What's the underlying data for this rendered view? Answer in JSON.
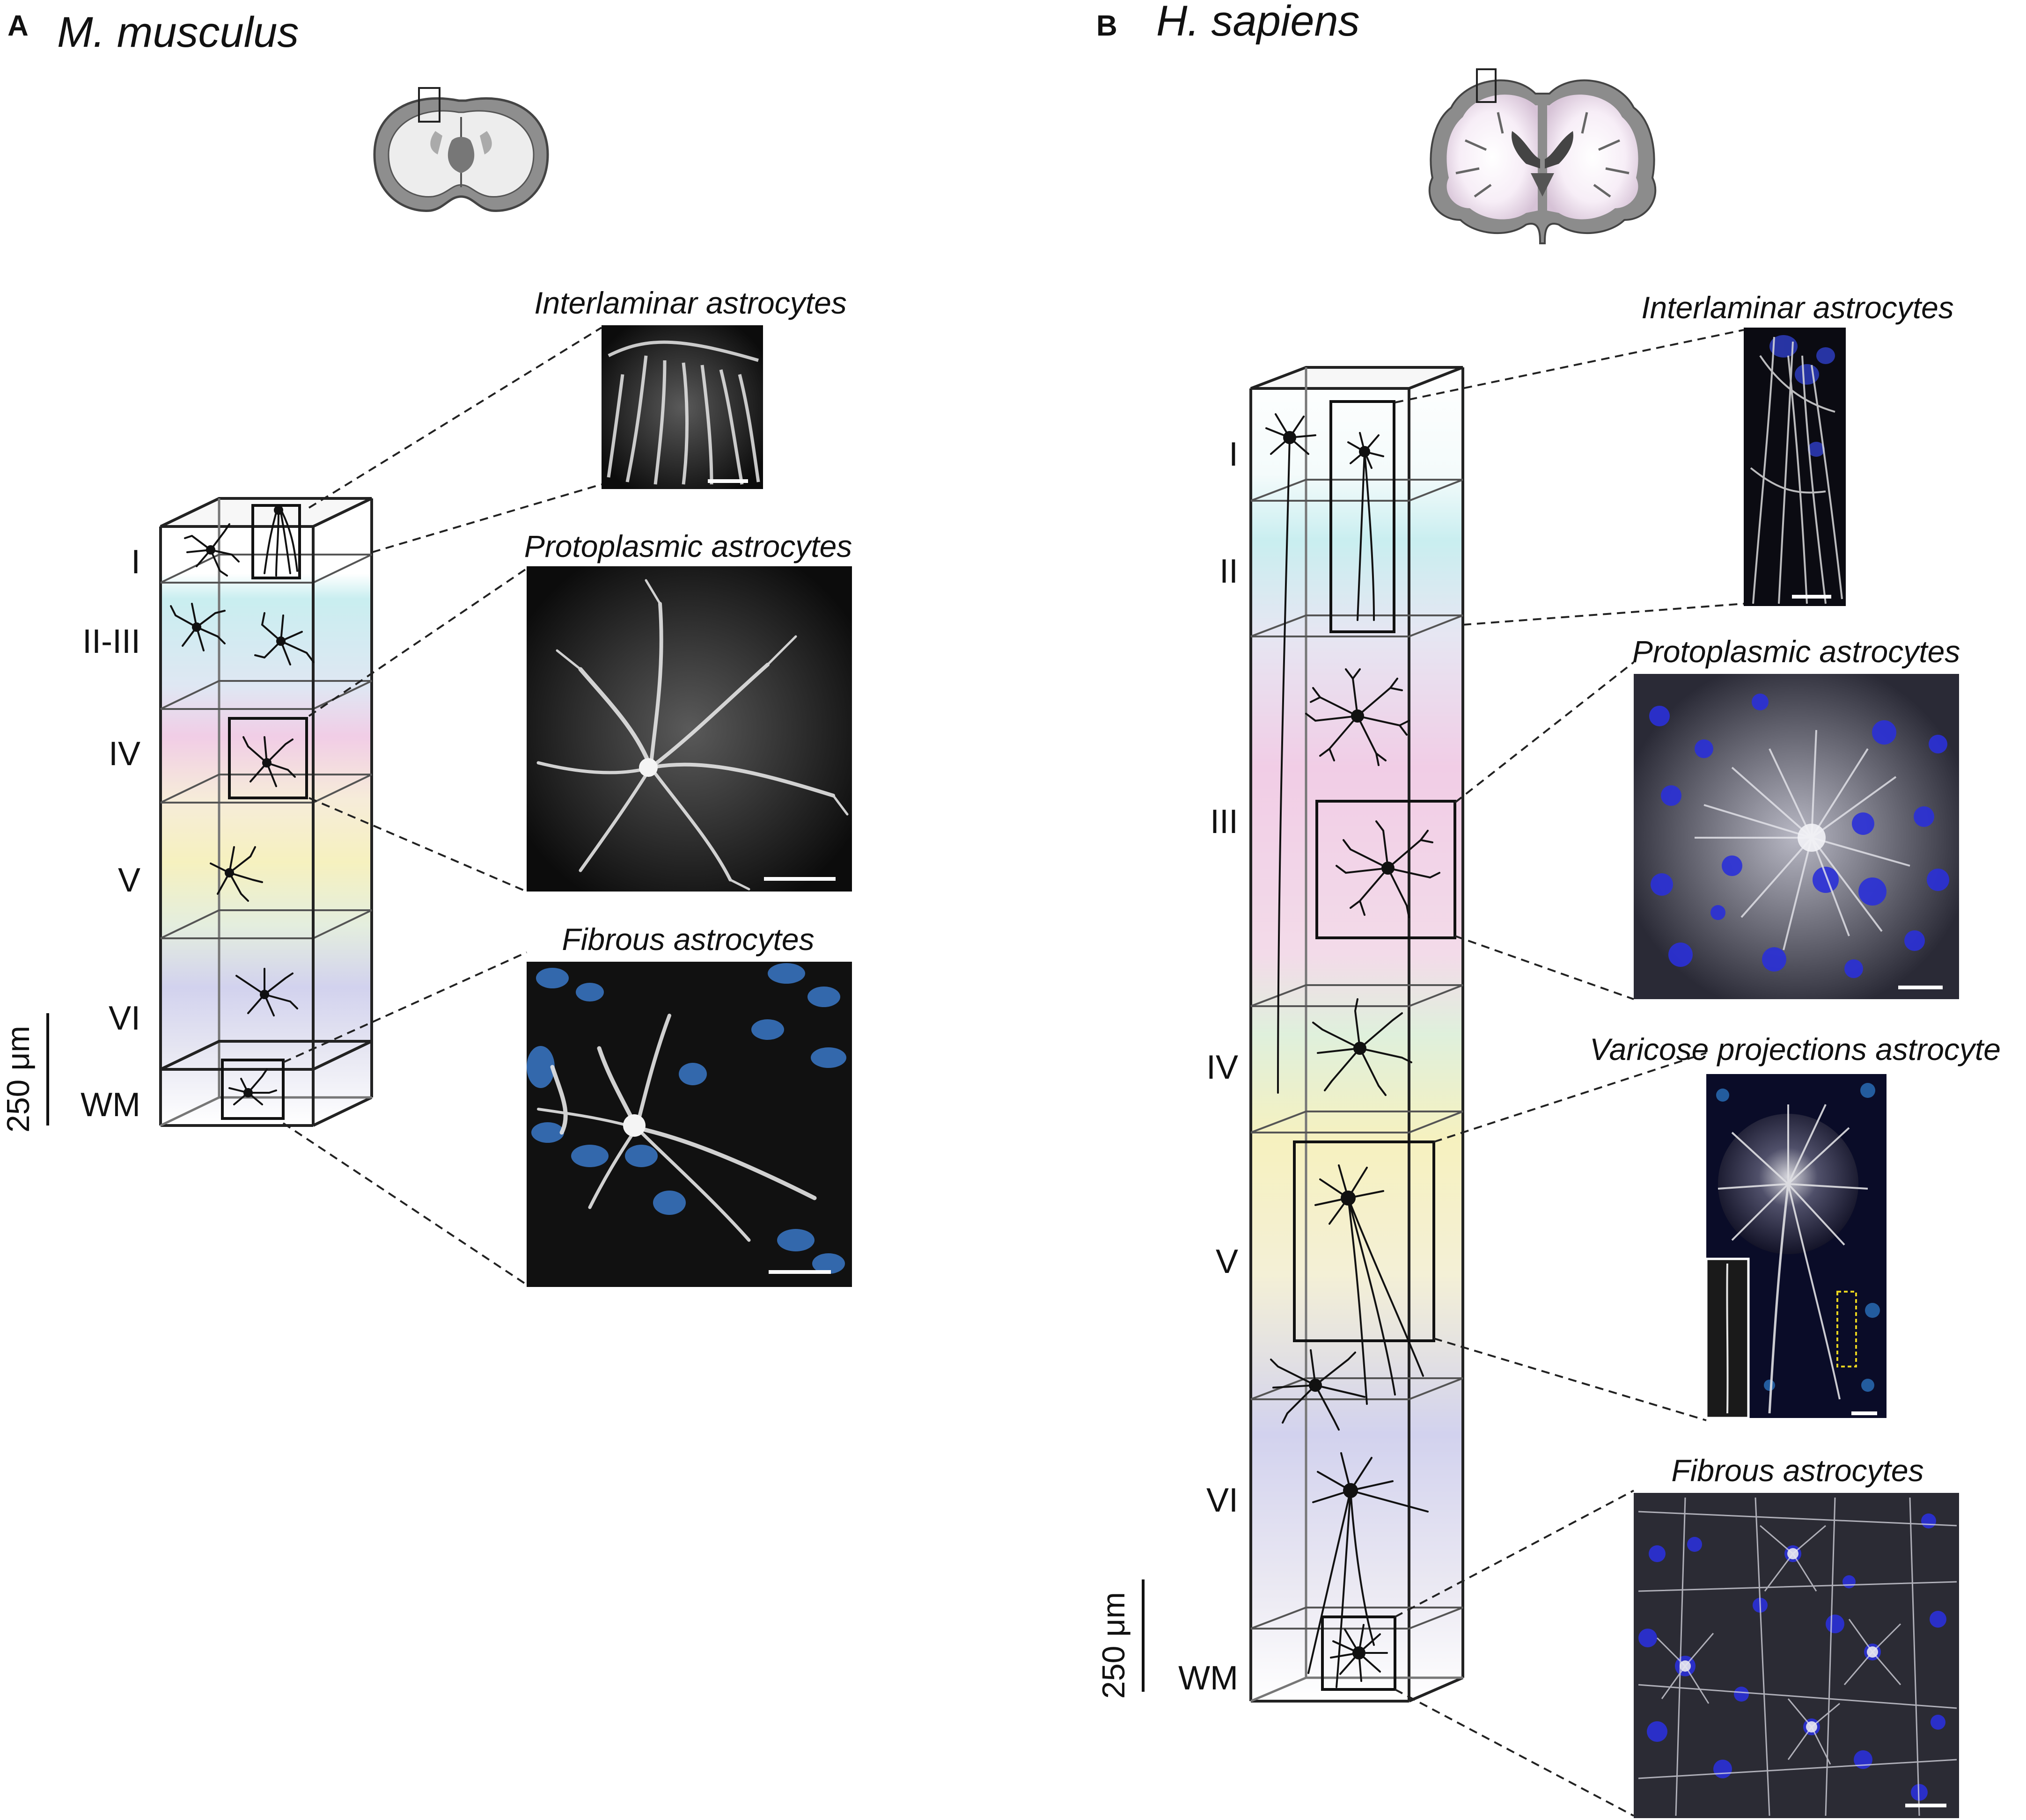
{
  "panels": [
    {
      "letter": "A",
      "species": "M. musculus",
      "layers": [
        "I",
        "II-III",
        "IV",
        "V",
        "VI",
        "WM"
      ],
      "scale_bar": "250 μm",
      "micrographs": [
        {
          "title": "Interlaminar astrocytes",
          "stain": "grey"
        },
        {
          "title": "Protoplasmic astrocytes",
          "stain": "grey"
        },
        {
          "title": "Fibrous astrocytes",
          "stain": "grey-blue"
        }
      ]
    },
    {
      "letter": "B",
      "species": "H. sapiens",
      "layers": [
        "I",
        "II",
        "III",
        "IV",
        "V",
        "VI",
        "WM"
      ],
      "scale_bar": "250 μm",
      "micrographs": [
        {
          "title": "Interlaminar astrocytes",
          "stain": "grey-blue"
        },
        {
          "title": "Protoplasmic astrocytes",
          "stain": "grey-blue"
        },
        {
          "title": "Varicose projections astrocyte",
          "stain": "grey-blue"
        },
        {
          "title": "Fibrous astrocytes",
          "stain": "grey-blue"
        }
      ]
    }
  ],
  "colors": {
    "nuclei_blue": "#2f4fd8",
    "layer_cyan": "#c9eef0",
    "layer_pink": "#f1cde6",
    "layer_yellow": "#f6f1bf",
    "layer_lavender": "#d2d2ee",
    "inset_dash_yellow": "#e6d21f"
  }
}
